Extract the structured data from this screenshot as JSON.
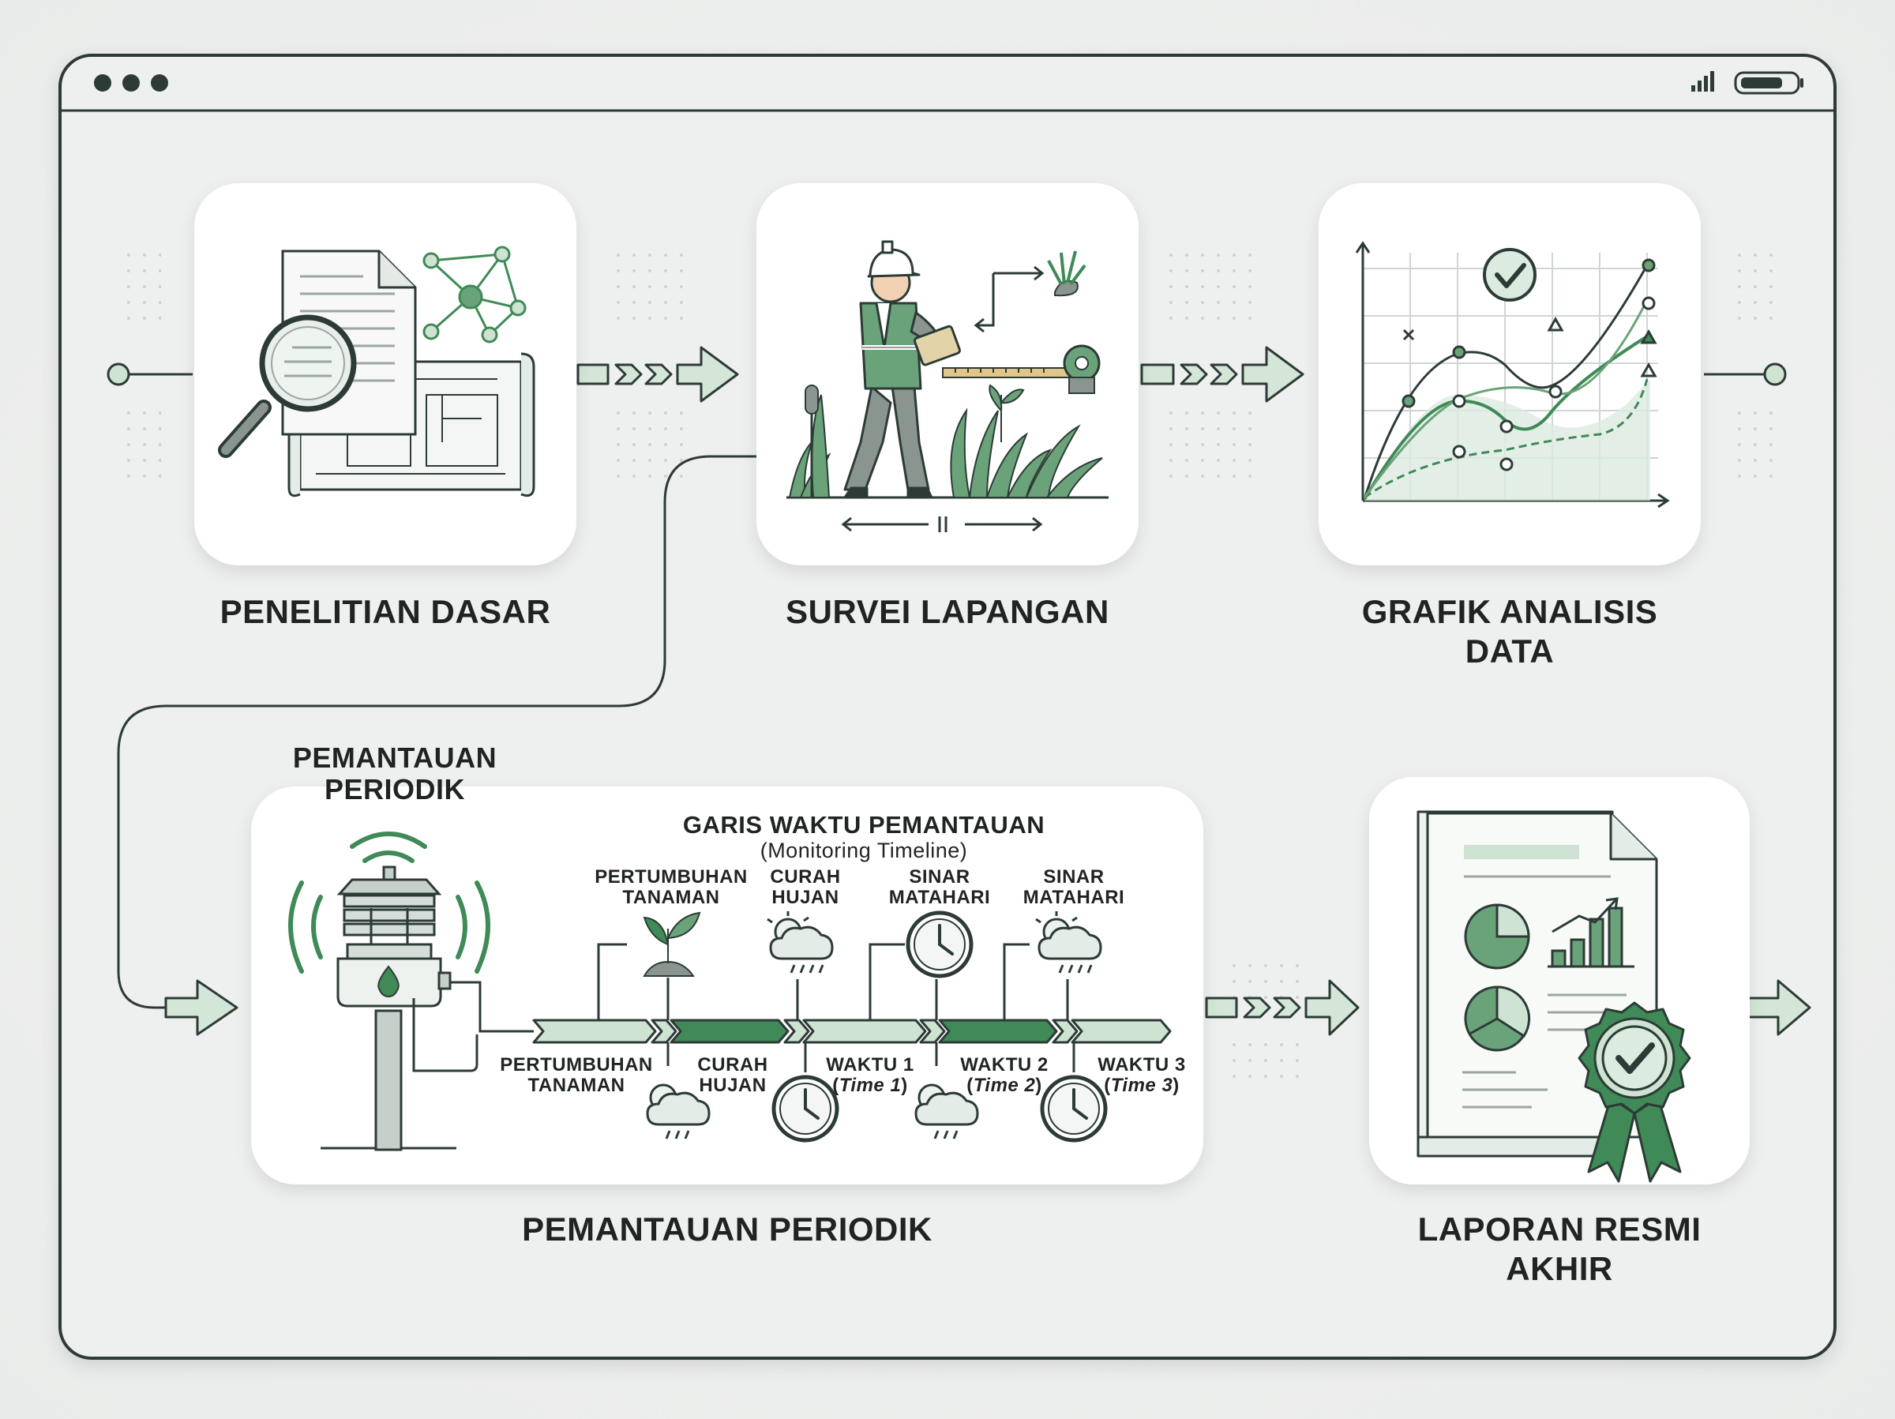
{
  "window": {
    "dots": [
      "dot-1",
      "dot-2",
      "dot-3"
    ],
    "icons": [
      "signal-icon",
      "battery-icon"
    ]
  },
  "stages": {
    "stage1": "PENELITIAN DASAR",
    "stage2": "SURVEI LAPANGAN",
    "stage3_line1": "GRAFIK ANALISIS",
    "stage3_line2": "DATA",
    "stage4_top_line1": "PEMANTAUAN",
    "stage4_top_line2": "PERIODIK",
    "stage4_bottom": "PEMANTAUAN PERIODIK",
    "stage5_line1": "LAPORAN RESMI",
    "stage5_line2": "AKHIR"
  },
  "timeline": {
    "title": "GARIS WAKTU PEMANTAUAN",
    "subtitle": "(Monitoring Timeline)",
    "top_labels": [
      {
        "l1": "PERTUMBUHAN",
        "l2": "TANAMAN"
      },
      {
        "l1": "CURAH",
        "l2": "HUJAN"
      },
      {
        "l1": "SINAR",
        "l2": "MATAHARI"
      },
      {
        "l1": "SINAR",
        "l2": "MATAHARI"
      }
    ],
    "bottom_labels": [
      {
        "l1": "PERTUMBUHAN",
        "l2": "TANAMAN"
      },
      {
        "l1": "CURAH",
        "l2": "HUJAN"
      },
      {
        "l1": "WAKTU 1",
        "l2a": "(",
        "l2b": "Time 1",
        "l2c": ")"
      },
      {
        "l1": "WAKTU 2",
        "l2a": "(",
        "l2b": "Time 2",
        "l2c": ")"
      },
      {
        "l1": "WAKTU 3",
        "l2a": "(",
        "l2b": "Time 3",
        "l2c": ")"
      }
    ]
  },
  "colors": {
    "stroke": "#2d3b36",
    "green_dark": "#3f8a57",
    "green_mid": "#6aa37a",
    "green_light": "#cfe3d3",
    "card": "#ffffff",
    "panel": "#eef0ef"
  }
}
